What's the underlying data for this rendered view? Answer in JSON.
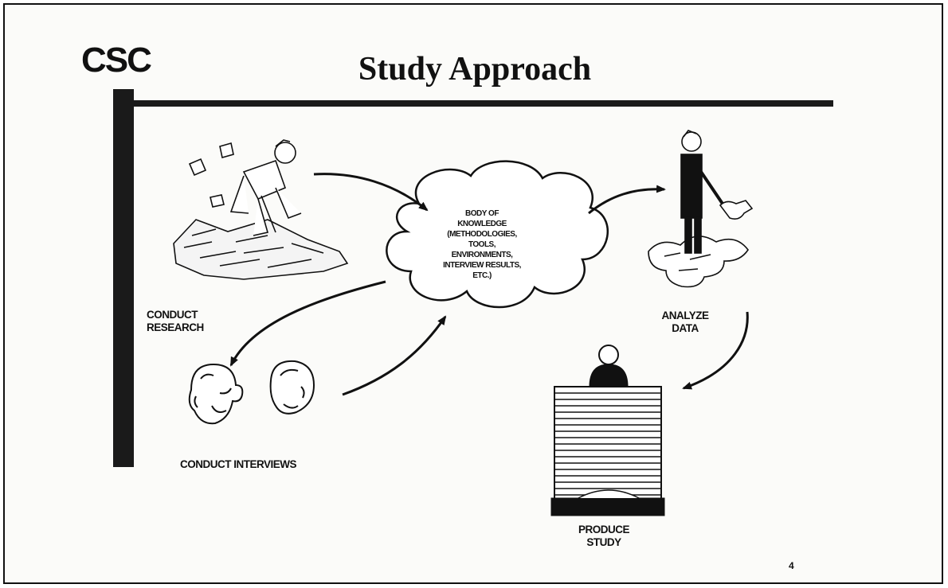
{
  "header": {
    "logo": "CSC",
    "title": "Study Approach"
  },
  "diagram": {
    "cloud_lines": [
      "BODY OF",
      "KNOWLEDGE",
      "(METHODOLOGIES,",
      "TOOLS,",
      "ENVIRONMENTS,",
      "INTERVIEW RESULTS,",
      "ETC.)"
    ],
    "research_label": [
      "CONDUCT",
      "RESEARCH"
    ],
    "analyze_label": [
      "ANALYZE",
      "DATA"
    ],
    "interviews_label": "CONDUCT INTERVIEWS",
    "produce_label": [
      "PRODUCE",
      "STUDY"
    ]
  },
  "footer": {
    "page_number": "4"
  }
}
